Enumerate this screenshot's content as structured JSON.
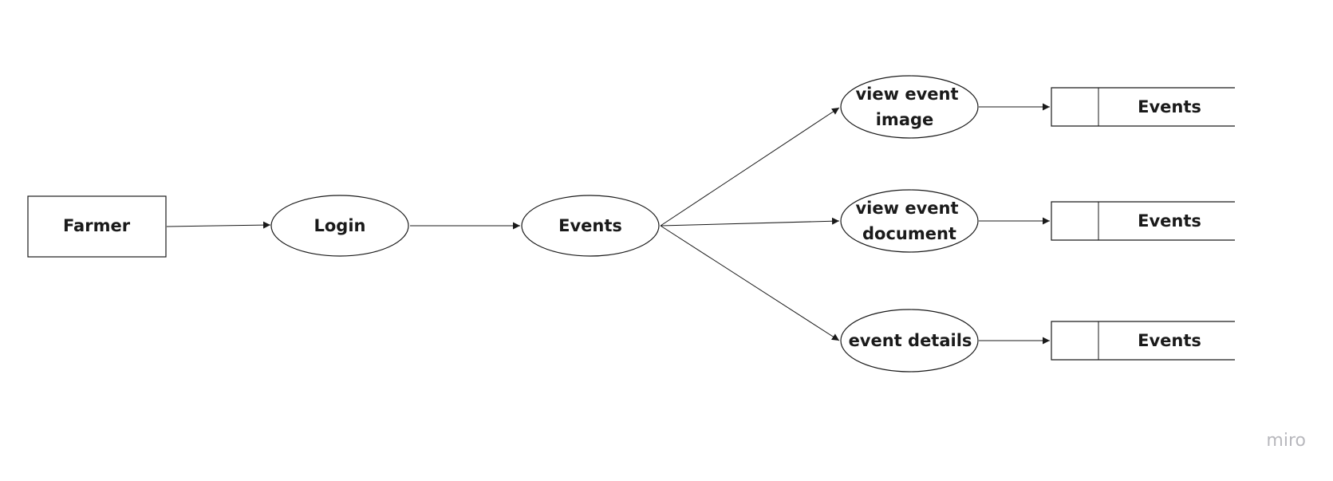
{
  "entity": {
    "label": "Farmer"
  },
  "processes": {
    "login": {
      "label": "Login"
    },
    "events": {
      "label": "Events"
    },
    "view_event_image": {
      "line1": "view event",
      "line2": "image"
    },
    "view_event_document": {
      "line1": "view event",
      "line2": "document"
    },
    "event_details": {
      "label": "event details"
    }
  },
  "data_stores": [
    {
      "label": "Events"
    },
    {
      "label": "Events"
    },
    {
      "label": "Events"
    }
  ],
  "watermark": "miro",
  "colors": {
    "stroke": "#1a1a1a",
    "watermark": "#b8b8bd",
    "background": "#ffffff"
  }
}
